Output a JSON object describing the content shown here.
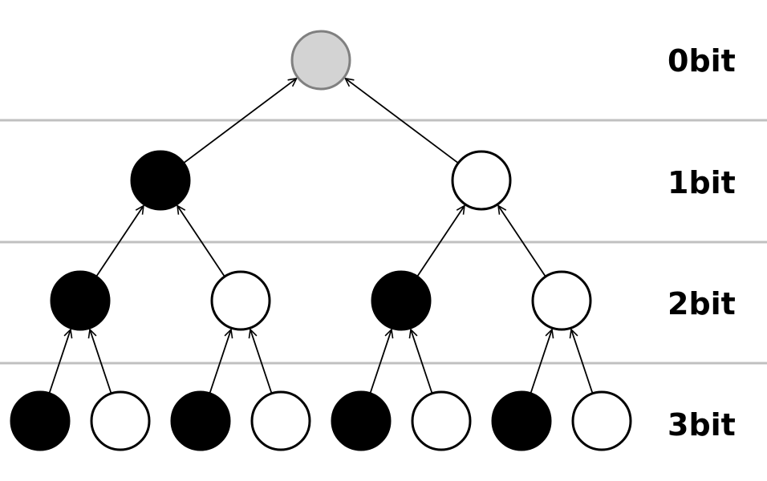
{
  "levels": [
    {
      "label": "0bit"
    },
    {
      "label": "1bit"
    },
    {
      "label": "2bit"
    },
    {
      "label": "3bit"
    }
  ],
  "colors": {
    "root_fill": "#d3d3d3",
    "root_stroke": "#808080",
    "filled": "#000000",
    "empty": "#ffffff",
    "node_stroke": "#000000",
    "separator": "#c0c0c0",
    "edge": "#000000",
    "text": "#000000"
  },
  "tree": {
    "nodes": [
      {
        "id": "n0",
        "level": 0,
        "state": "root"
      },
      {
        "id": "n1",
        "level": 1,
        "state": "filled",
        "parent": "n0"
      },
      {
        "id": "n2",
        "level": 1,
        "state": "empty",
        "parent": "n0"
      },
      {
        "id": "n3",
        "level": 2,
        "state": "filled",
        "parent": "n1"
      },
      {
        "id": "n4",
        "level": 2,
        "state": "empty",
        "parent": "n1"
      },
      {
        "id": "n5",
        "level": 2,
        "state": "filled",
        "parent": "n2"
      },
      {
        "id": "n6",
        "level": 2,
        "state": "empty",
        "parent": "n2"
      },
      {
        "id": "n7",
        "level": 3,
        "state": "filled",
        "parent": "n3"
      },
      {
        "id": "n8",
        "level": 3,
        "state": "empty",
        "parent": "n3"
      },
      {
        "id": "n9",
        "level": 3,
        "state": "filled",
        "parent": "n4"
      },
      {
        "id": "n10",
        "level": 3,
        "state": "empty",
        "parent": "n4"
      },
      {
        "id": "n11",
        "level": 3,
        "state": "filled",
        "parent": "n5"
      },
      {
        "id": "n12",
        "level": 3,
        "state": "empty",
        "parent": "n5"
      },
      {
        "id": "n13",
        "level": 3,
        "state": "filled",
        "parent": "n6"
      },
      {
        "id": "n14",
        "level": 3,
        "state": "empty",
        "parent": "n6"
      }
    ]
  }
}
